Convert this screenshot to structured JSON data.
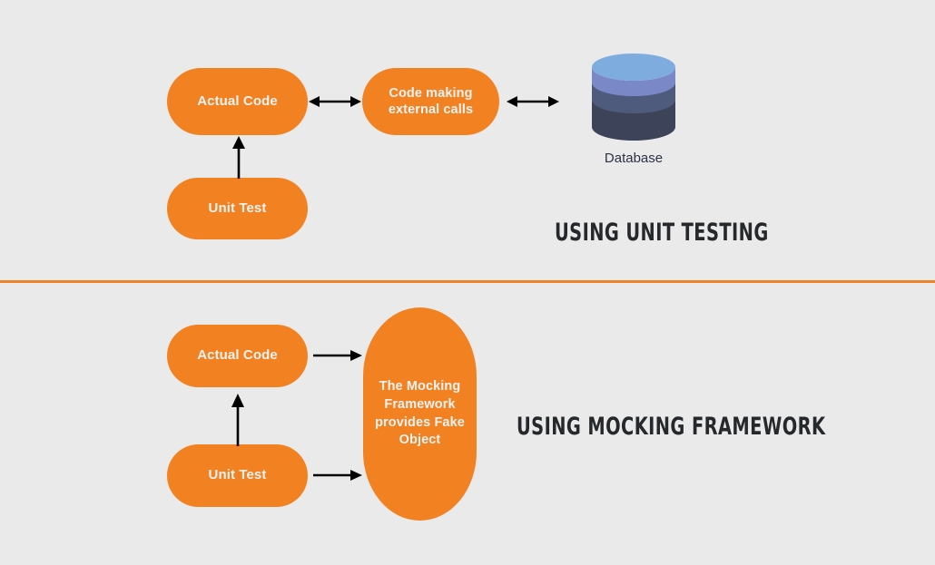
{
  "theme": {
    "background": "#eaeaea",
    "node_fill": "#f28121",
    "node_text": "#f2f2f0",
    "divider": "#ee8425",
    "caption_text": "#26292b",
    "db_label_text": "#2b3244",
    "db_top": "#7eacdf",
    "db_band1": "#7b88c8",
    "db_band2": "#4e5b7c",
    "db_band3": "#3d4459",
    "arrow": "#000000"
  },
  "sections": {
    "unit_testing": {
      "caption": "USING UNIT TESTING",
      "nodes": {
        "actual_code": "Actual Code",
        "external_calls": "Code making\nexternal calls",
        "external_calls_line1": "Code making",
        "external_calls_line2": "external calls",
        "unit_test": "Unit Test",
        "database_label": "Database"
      },
      "arrows": [
        {
          "name": "actual-code-to-external-calls",
          "type": "bidirectional",
          "orientation": "horizontal"
        },
        {
          "name": "external-calls-to-database",
          "type": "bidirectional",
          "orientation": "horizontal"
        },
        {
          "name": "unit-test-to-actual-code",
          "type": "single",
          "orientation": "up"
        }
      ]
    },
    "mocking_framework": {
      "caption": "USING MOCKING FRAMEWORK",
      "nodes": {
        "actual_code": "Actual Code",
        "unit_test": "Unit Test",
        "mock_line1": "The Mocking",
        "mock_line2": "Framework",
        "mock_line3": "provides Fake",
        "mock_line4": "Object"
      },
      "arrows": [
        {
          "name": "actual-code-to-mock",
          "type": "single",
          "orientation": "right"
        },
        {
          "name": "unit-test-to-mock",
          "type": "single",
          "orientation": "right"
        },
        {
          "name": "unit-test-to-actual-code",
          "type": "single",
          "orientation": "up"
        }
      ]
    }
  }
}
